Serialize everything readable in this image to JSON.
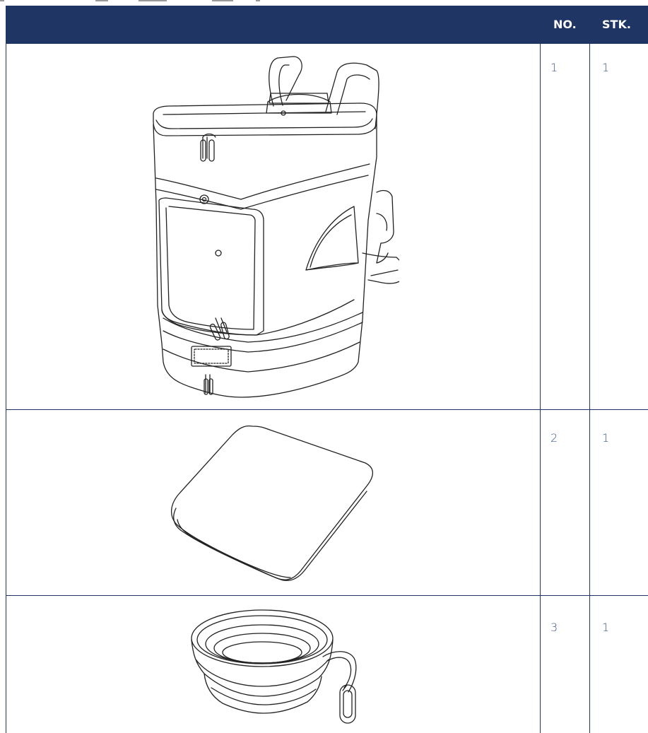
{
  "table": {
    "header": {
      "no": "NO.",
      "stk": "STK."
    },
    "rows": [
      {
        "no": "1",
        "stk": "1",
        "icon": "pet-carrier-backpack-icon"
      },
      {
        "no": "2",
        "stk": "1",
        "icon": "cushion-pad-icon"
      },
      {
        "no": "3",
        "stk": "1",
        "icon": "collapsible-bowl-icon"
      }
    ]
  },
  "colors": {
    "header_bg": "#1f3564",
    "header_text": "#ffffff",
    "grid_lines": "#1f3564",
    "cell_text": "#3c5a8c",
    "line_art": "#222222"
  }
}
